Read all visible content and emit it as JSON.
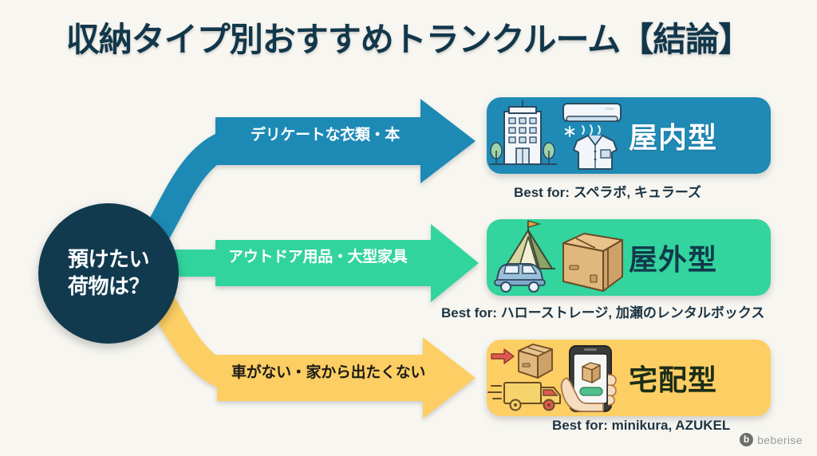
{
  "page": {
    "title": "収納タイプ別おすすめトランクルーム【結論】",
    "background_color": "#f7f6f1",
    "title_color": "#12374b"
  },
  "hub": {
    "line1": "預けたい",
    "line2": "荷物は？",
    "background_color": "#113a4f",
    "text_color": "#ffffff"
  },
  "branches": [
    {
      "label": "デリケートな衣類・本",
      "label_color": "#ffffff",
      "color": "#1f8ab5",
      "card_title": "屋内型",
      "card_color": "#1f8ab5",
      "card_title_color": "#ffffff",
      "best_for": "Best for: スペラボ, キュラーズ",
      "icons": [
        "building-icon",
        "air-conditioner-icon",
        "dress-shirt-icon"
      ]
    },
    {
      "label": "アウトドア用品・大型家具",
      "label_color": "#ffffff",
      "color": "#33d49d",
      "card_title": "屋外型",
      "card_color": "#33d49d",
      "card_title_color": "#103a4c",
      "best_for": "Best for: ハローストレージ, 加瀬のレンタルボックス",
      "icons": [
        "tent-icon",
        "car-icon",
        "cardboard-box-icon"
      ]
    },
    {
      "label": "車がない・家から出たくない",
      "label_color": "#1c1c16",
      "color": "#fcce64",
      "card_title": "宅配型",
      "card_color": "#fcce64",
      "card_title_color": "#1b2d18",
      "best_for": "Best for: minikura, AZUKEL",
      "icons": [
        "box-pickup-arrow-icon",
        "delivery-truck-icon",
        "hand-phone-app-icon"
      ]
    }
  ],
  "brand": {
    "mark": "b",
    "name": "beberise"
  }
}
